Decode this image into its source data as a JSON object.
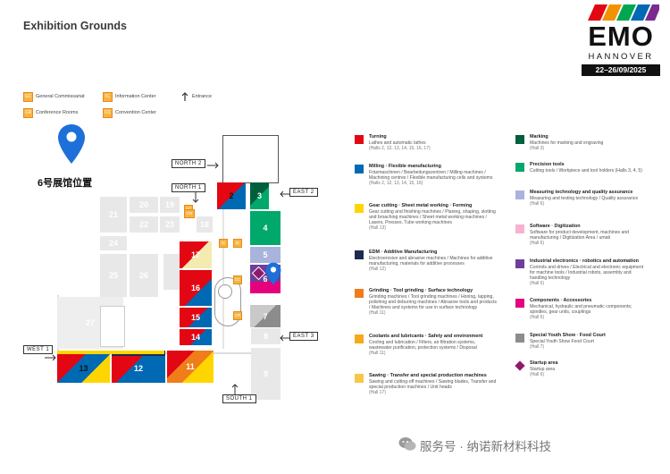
{
  "title": "Exhibition Grounds",
  "logo": {
    "name": "EMO",
    "city": "HANNOVER",
    "dates": "22–26/09/2025",
    "stripe_colors": [
      "#e30613",
      "#f39200",
      "#00a651",
      "#0069b4",
      "#7a2b8f"
    ]
  },
  "top_legend": [
    {
      "code": "GC",
      "label": "General Commissariat"
    },
    {
      "code": "IC",
      "label": "Information Center"
    },
    {
      "code": "",
      "label": "Entrance"
    },
    {
      "code": "CR",
      "label": "Conference Rooms"
    },
    {
      "code": "CC",
      "label": "Convention Center"
    }
  ],
  "marker_label": "6号展馆位置",
  "entrances": {
    "north2": "NORTH 2",
    "north1": "NORTH 1",
    "east2": "EAST 2",
    "east3": "EAST 3",
    "west1": "WEST 1",
    "south1": "SOUTH 1"
  },
  "halls": {
    "h2": "2",
    "h3": "3",
    "h4": "4",
    "h5": "5",
    "h6": "6",
    "h7": "7",
    "h8": "8",
    "h9": "9",
    "h11": "11",
    "h12": "12",
    "h13": "13",
    "h14": "14",
    "h15": "15",
    "h16": "16",
    "h17": "17",
    "h18": "18",
    "h19": "19",
    "h20": "20",
    "h21": "21",
    "h22": "22",
    "h23": "23",
    "h24": "24",
    "h25": "25",
    "h26": "26",
    "h27": "27"
  },
  "map_tags": {
    "gc": "GC",
    "ic": "IC",
    "cc": "CC",
    "cr": "CR"
  },
  "legend_left": [
    {
      "color": "#e30613",
      "title": "Turning",
      "desc": "Lathes and automatic lathes",
      "halls": "(Halls 2, 12, 13, 14, 15, 16, 17)"
    },
    {
      "color": "#0069b4",
      "title": "Milling · Flexible manufacturing",
      "desc": "Fräsmaschinen / Bearbeitungszentren / Milling machines / Machining centres / Flexible manufacturing cells and systems",
      "halls": "(Halls 2, 12, 13, 14, 15, 16)"
    },
    {
      "color": "#ffd500",
      "title": "Gear cutting · Sheet metal working · Forming",
      "desc": "Gear cutting and finishing machines / Planing, shaping, slotting and broaching machines / Sheet metal working machines / Lasers, Presses, Tube working machines",
      "halls": "(Hall 13)"
    },
    {
      "color": "#1d2b4f",
      "title": "EDM · Additive Manufacturing",
      "desc": "Electroerosive and abrasive machines / Machines for additive manufacturing, materials for additive processes",
      "halls": "(Hall 12)"
    },
    {
      "color": "#f07c1a",
      "title": "Grinding · Tool grinding · Surface technology",
      "desc": "Grinding machines / Tool grinding machines / Honing, lapping, polishing and deburring machines / Abrasive tools and products / Machines and systems for use in surface technology",
      "halls": "(Hall 11)"
    },
    {
      "color": "#f7a81b",
      "title": "Coolants and lubricants · Safety and environment",
      "desc": "Cooling and lubrication / Filters, air filtration systems, wastewater purification, protection systems / Disposal",
      "halls": "(Hall 11)"
    },
    {
      "color": "#f9c64a",
      "title": "Sawing · Transfer and special production machines",
      "desc": "Sawing and cutting-off machines / Sawing blades, Transfer and special production machines / Unit heads",
      "halls": "(Hall 17)"
    }
  ],
  "legend_right": [
    {
      "color": "#005f3c",
      "title": "Marking",
      "desc": "Machines for marking and engraving",
      "halls": "(Hall 3)"
    },
    {
      "color": "#00a86b",
      "title": "Precision tools",
      "desc": "Cutting tools / Workpiece and tool holders (Halls 3, 4, 5)",
      "halls": ""
    },
    {
      "color": "#a9b4dc",
      "title": "Measuring technology and quality assurance",
      "desc": "Measuring and testing technology / Quality assurance",
      "halls": "(Hall 6)"
    },
    {
      "color": "#f6b3d0",
      "title": "Software · Digitization",
      "desc": "Software for product development, machines and manufacturing / Digitization Area / umati",
      "halls": "(Hall 6)"
    },
    {
      "color": "#6d3f9a",
      "title": "Industrial electronics · robotics and automation",
      "desc": "Controls and drives / Electrical and electronic equipment for machine tools / Industrial robots, assembly and handling technology",
      "halls": "(Hall 6)"
    },
    {
      "color": "#e6007e",
      "title": "Components · Accessories",
      "desc": "Mechanical, hydraulic and pneumatic components; spindles, gear units, couplings",
      "halls": "(Hall 6)"
    },
    {
      "color": "#8c8c8c",
      "title": "Special Youth Show · Food Court",
      "desc": "Special Youth Show Food Court",
      "halls": "(Hall 7)"
    },
    {
      "color": "#8e1a6c",
      "title": "Startup area",
      "desc": "Startup area",
      "halls": "(Hall 6)"
    }
  ],
  "watermark": "服务号 · 纳诺新材料科技"
}
